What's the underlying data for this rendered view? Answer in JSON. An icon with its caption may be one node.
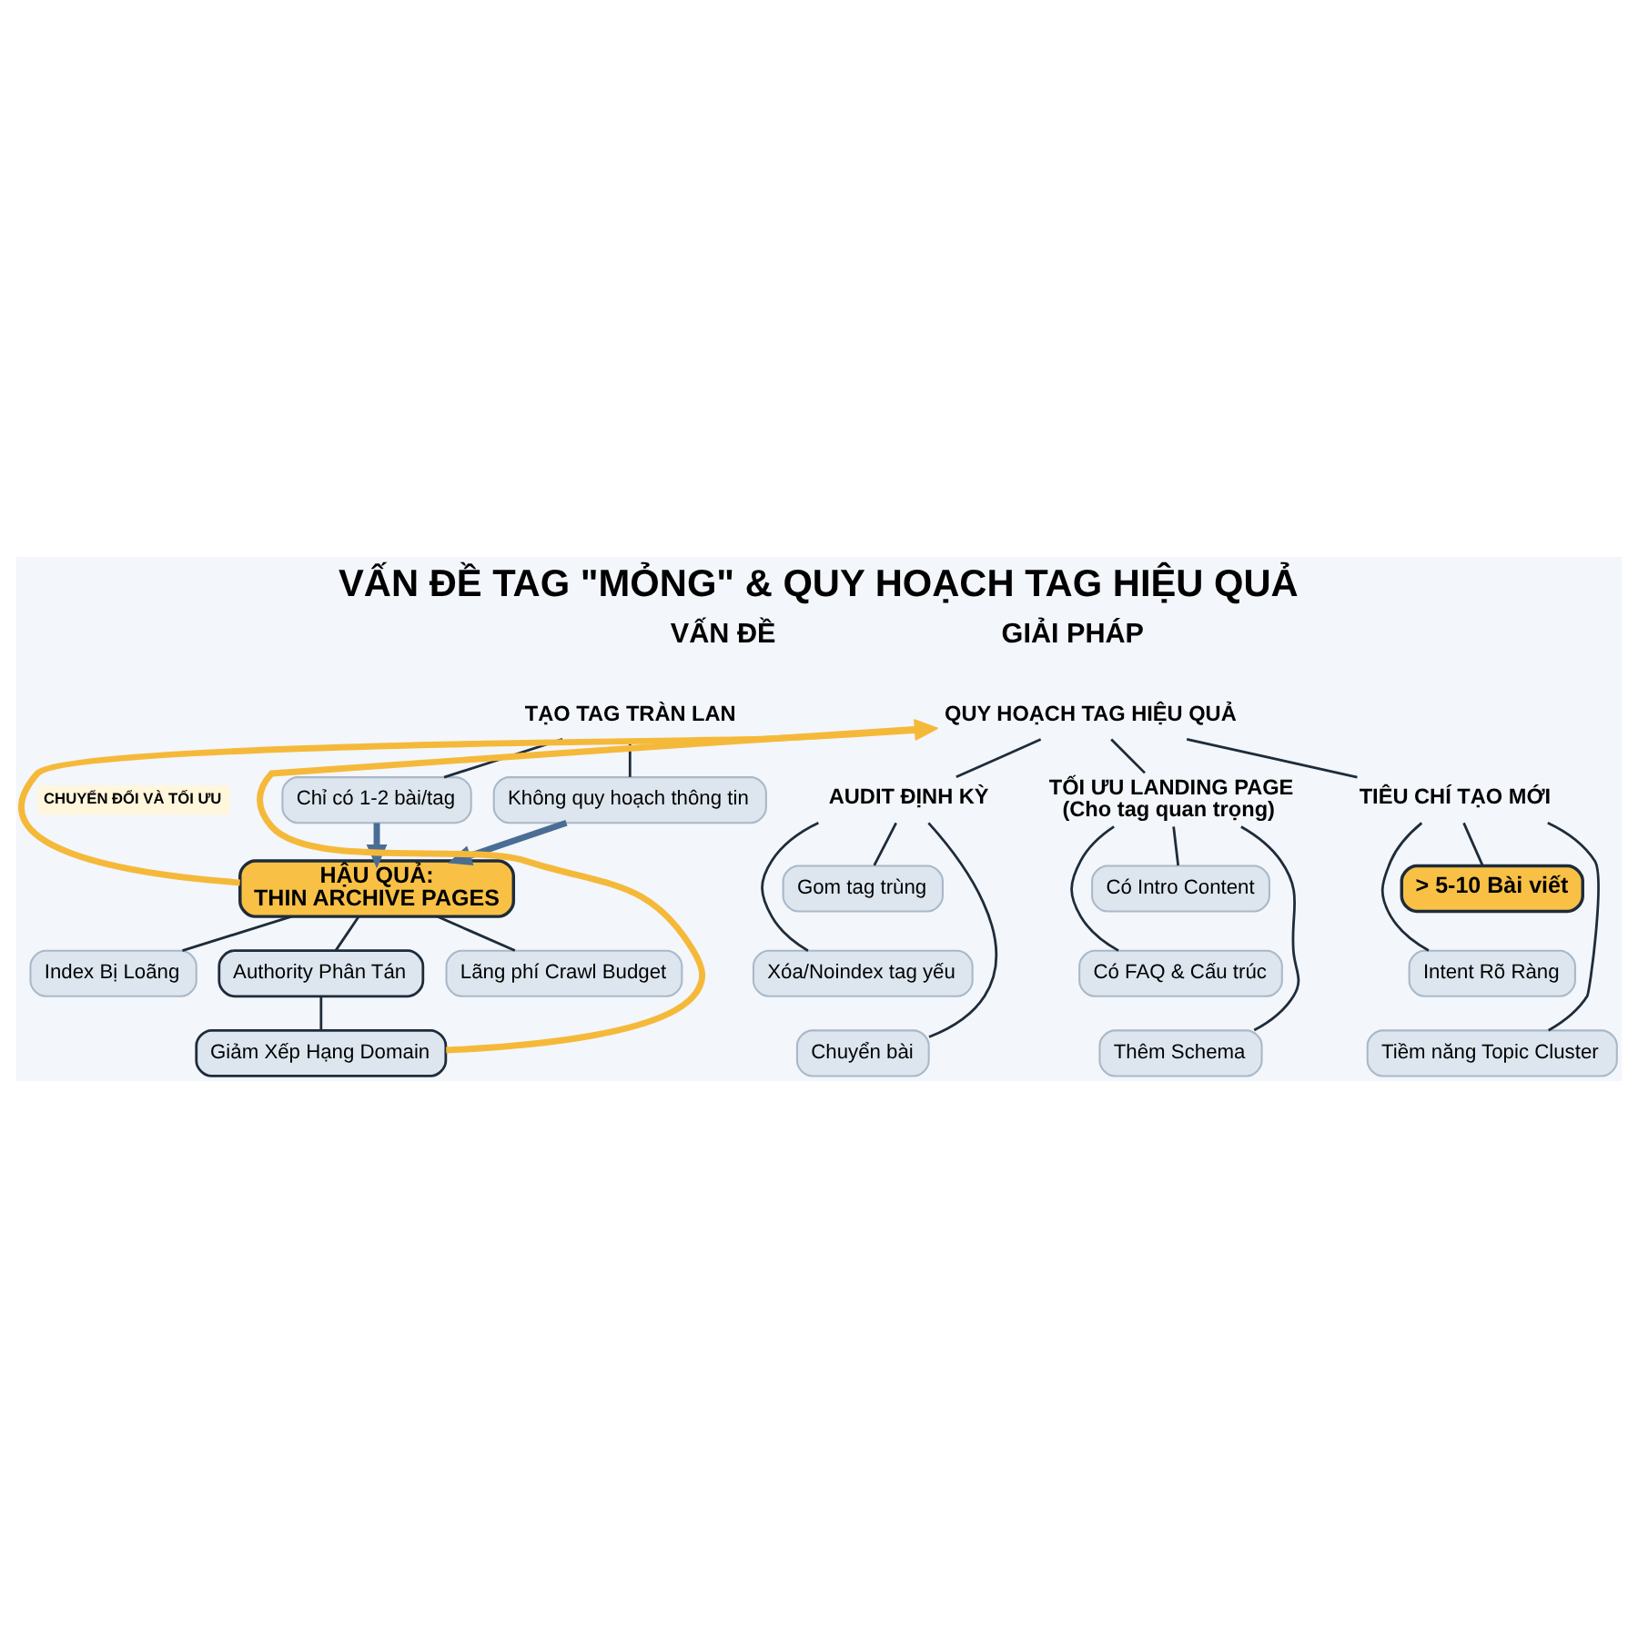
{
  "diagram": {
    "title": "VẤN ĐỀ TAG \"MỎNG\" & QUY HOẠCH TAG HIỆU QUẢ",
    "nodes": [
      {
        "text": [
          "TẠO TAG TRÀN LAN"
        ]
      },
      {
        "text": [
          "Không quy hoạch thông tin"
        ]
      },
      {
        "text": [
          "Chỉ có 1-2 bài/tag"
        ]
      },
      {
        "text": [
          "HẬU QUẢ:",
          "THIN ARCHIVE PAGES"
        ]
      },
      {
        "text": [
          "Lãng phí Crawl Budget"
        ]
      },
      {
        "text": [
          "Index Bị Loãng"
        ]
      },
      {
        "text": [
          "Authority Phân Tán"
        ]
      },
      {
        "text": [
          "Giảm Xếp Hạng Domain"
        ]
      },
      {
        "text": [
          "QUY HOẠCH TAG HIỆU QUẢ"
        ]
      },
      {
        "text": [
          "TIÊU CHÍ TẠO MỚI"
        ]
      },
      {
        "text": [
          "> 5-10 Bài viết"
        ]
      },
      {
        "text": [
          "Intent Rõ Ràng"
        ]
      },
      {
        "text": [
          "Tiềm năng Topic Cluster"
        ]
      },
      {
        "text": [
          "AUDIT ĐỊNH KỲ"
        ]
      },
      {
        "text": [
          "Gom tag trùng"
        ]
      },
      {
        "text": [
          "Xóa/Noindex tag yếu"
        ]
      },
      {
        "text": [
          "Chuyển bài"
        ]
      },
      {
        "text": [
          "TỐI ƯU LANDING PAGE",
          "(Cho tag quan trọng)"
        ]
      },
      {
        "text": [
          "Có Intro Content"
        ]
      },
      {
        "text": [
          "Có FAQ & Cấu trúc"
        ]
      },
      {
        "text": [
          "Thêm Schema"
        ]
      }
    ],
    "edges": [
      {
        "from": 0,
        "to": 1,
        "arrow": "none"
      },
      {
        "from": 0,
        "to": 2,
        "arrow": "none"
      },
      {
        "from": 1,
        "to": 3,
        "arrow": "to",
        "style": "thick",
        "color": "#4a6d94"
      },
      {
        "from": 2,
        "to": 3,
        "arrow": "to",
        "style": "thick",
        "color": "#4a6d94"
      },
      {
        "from": 3,
        "to": 4,
        "arrow": "none"
      },
      {
        "from": 3,
        "to": 5,
        "arrow": "none"
      },
      {
        "from": 3,
        "to": 6,
        "arrow": "none"
      },
      {
        "from": 6,
        "to": 7,
        "arrow": "none"
      },
      {
        "from": 3,
        "to": 8,
        "arrow": "to",
        "label": "CHUYỂN ĐỔI VÀ TỐI ƯU",
        "style": "thick",
        "color": "#f5b93a"
      },
      {
        "from": 7,
        "to": 8,
        "arrow": "to",
        "style": "thick",
        "color": "#f5b93a"
      },
      {
        "from": 8,
        "to": 9,
        "arrow": "none"
      },
      {
        "from": 8,
        "to": 13,
        "arrow": "none"
      },
      {
        "from": 8,
        "to": 17,
        "arrow": "none"
      },
      {
        "from": 9,
        "to": 10,
        "arrow": "none"
      },
      {
        "from": 9,
        "to": 11,
        "arrow": "none"
      },
      {
        "from": 9,
        "to": 12,
        "arrow": "none"
      },
      {
        "from": 13,
        "to": 14,
        "arrow": "none"
      },
      {
        "from": 13,
        "to": 15,
        "arrow": "none"
      },
      {
        "from": 13,
        "to": 16,
        "arrow": "none"
      },
      {
        "from": 17,
        "to": 18,
        "arrow": "none"
      },
      {
        "from": 17,
        "to": 19,
        "arrow": "none"
      },
      {
        "from": 17,
        "to": 20,
        "arrow": "none"
      }
    ],
    "labels": [
      "VẤN ĐỀ",
      "GIẢI PHÁP"
    ]
  }
}
